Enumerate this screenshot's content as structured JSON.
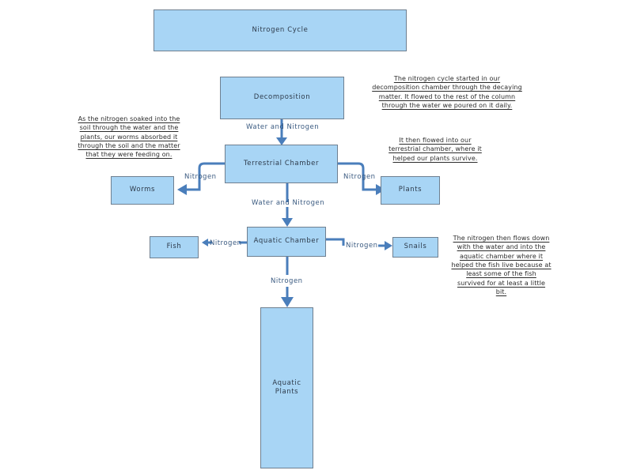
{
  "diagram": {
    "title_box": {
      "label": "Nitrogen Cycle"
    },
    "boxes": [
      {
        "id": "decomposition",
        "label": "Decomposition"
      },
      {
        "id": "terrestrial_chamber",
        "label": "Terrestrial Chamber"
      },
      {
        "id": "worms",
        "label": "Worms"
      },
      {
        "id": "plants",
        "label": "Plants"
      },
      {
        "id": "aquatic_chamber",
        "label": "Aquatic Chamber"
      },
      {
        "id": "fish",
        "label": "Fish"
      },
      {
        "id": "snails",
        "label": "Snails"
      },
      {
        "id": "aquatic_plants",
        "label": "Aquatic Plants"
      }
    ],
    "edge_labels": [
      {
        "id": "decomp-to-terrestrial",
        "label": "Water and Nitrogen"
      },
      {
        "id": "terrestrial-to-worms",
        "label": "Nitrogen"
      },
      {
        "id": "terrestrial-to-plants",
        "label": "Nitrogen"
      },
      {
        "id": "terrestrial-to-aquatic",
        "label": "Water and Nitrogen"
      },
      {
        "id": "aquatic-to-fish",
        "label": "Nitrogen"
      },
      {
        "id": "aquatic-to-snails",
        "label": "Nitrogen"
      },
      {
        "id": "aquatic-to-aquatic-plants",
        "label": "Nitrogen"
      }
    ],
    "notes": [
      {
        "id": "note-decomposition",
        "lines": [
          "The nitrogen cycle started in our",
          "decomposition chamber through the decaying",
          "matter. It flowed to the rest of the column",
          "through the water we poured on it daily."
        ]
      },
      {
        "id": "note-worms",
        "lines": [
          "As the nitrogen soaked into the",
          "soil through the water and the",
          "plants, our worms absorbed it",
          "through the soil and the matter",
          "that they were feeding on."
        ]
      },
      {
        "id": "note-terrestrial",
        "lines": [
          "It then flowed into our",
          "terrestrial chamber, where it",
          "helped our plants survive."
        ]
      },
      {
        "id": "note-aquatic",
        "lines": [
          "The nitrogen then flows down",
          "with the water and into the",
          "aquatic chamber where it",
          "helped the fish live because at",
          "least some of the fish",
          "survived for at least a little",
          "bit."
        ]
      }
    ],
    "colors": {
      "box_fill": "#a8d5f5",
      "box_border": "#6e7f90",
      "arrow": "#4a7ebb",
      "box_text": "#2d3a4a",
      "note_text": "#2b2b2b"
    }
  }
}
